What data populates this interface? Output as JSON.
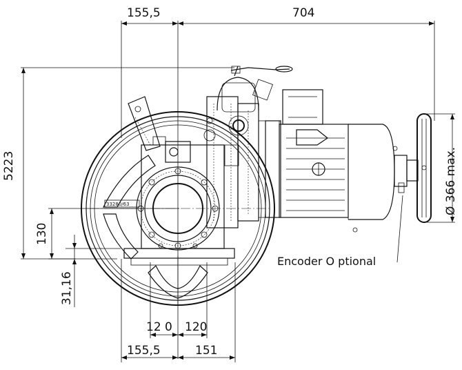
{
  "drawing": {
    "dimensions": {
      "top_left": "155,5",
      "top_right": "704",
      "height_left": "5223",
      "offset_130": "130",
      "offset_3116": "31,16",
      "bottom_left_inner": "12 0",
      "bottom_right_inner": "120",
      "bottom_left_outer": "155,5",
      "bottom_right_outer": "151",
      "handwheel_diameter": "Ø 366 max."
    },
    "labels": {
      "encoder": "Encoder O ptional",
      "nameplate": "33280/63"
    }
  }
}
